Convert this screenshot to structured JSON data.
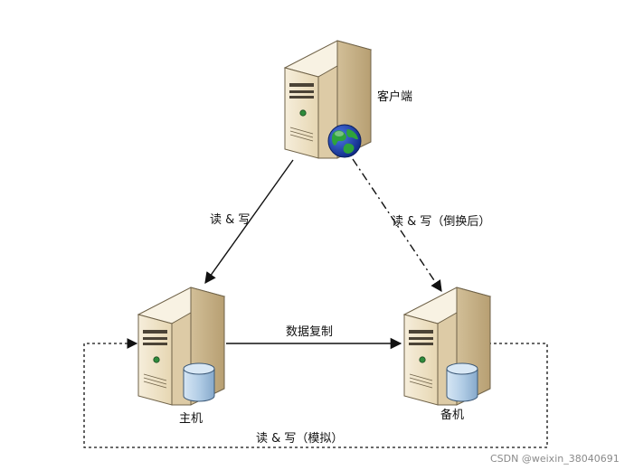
{
  "nodes": {
    "client": {
      "label": "客户端"
    },
    "primary": {
      "label": "主机"
    },
    "standby": {
      "label": "备机"
    }
  },
  "edges": {
    "client_to_primary": {
      "label": "读 & 写"
    },
    "client_to_standby": {
      "label": "读 & 写（倒换后）"
    },
    "replication": {
      "label": "数据复制"
    },
    "simulated": {
      "label": "读 & 写（模拟）"
    }
  },
  "watermark": "CSDN @weixin_38040691",
  "colors": {
    "server_body": "#efe4cc",
    "server_side": "#c9b48c",
    "server_top": "#f7f0df",
    "disk": "#b6d0e6",
    "globe_ocean": "#1b3fb0",
    "globe_land": "#2e9b3a",
    "line": "#111111"
  }
}
